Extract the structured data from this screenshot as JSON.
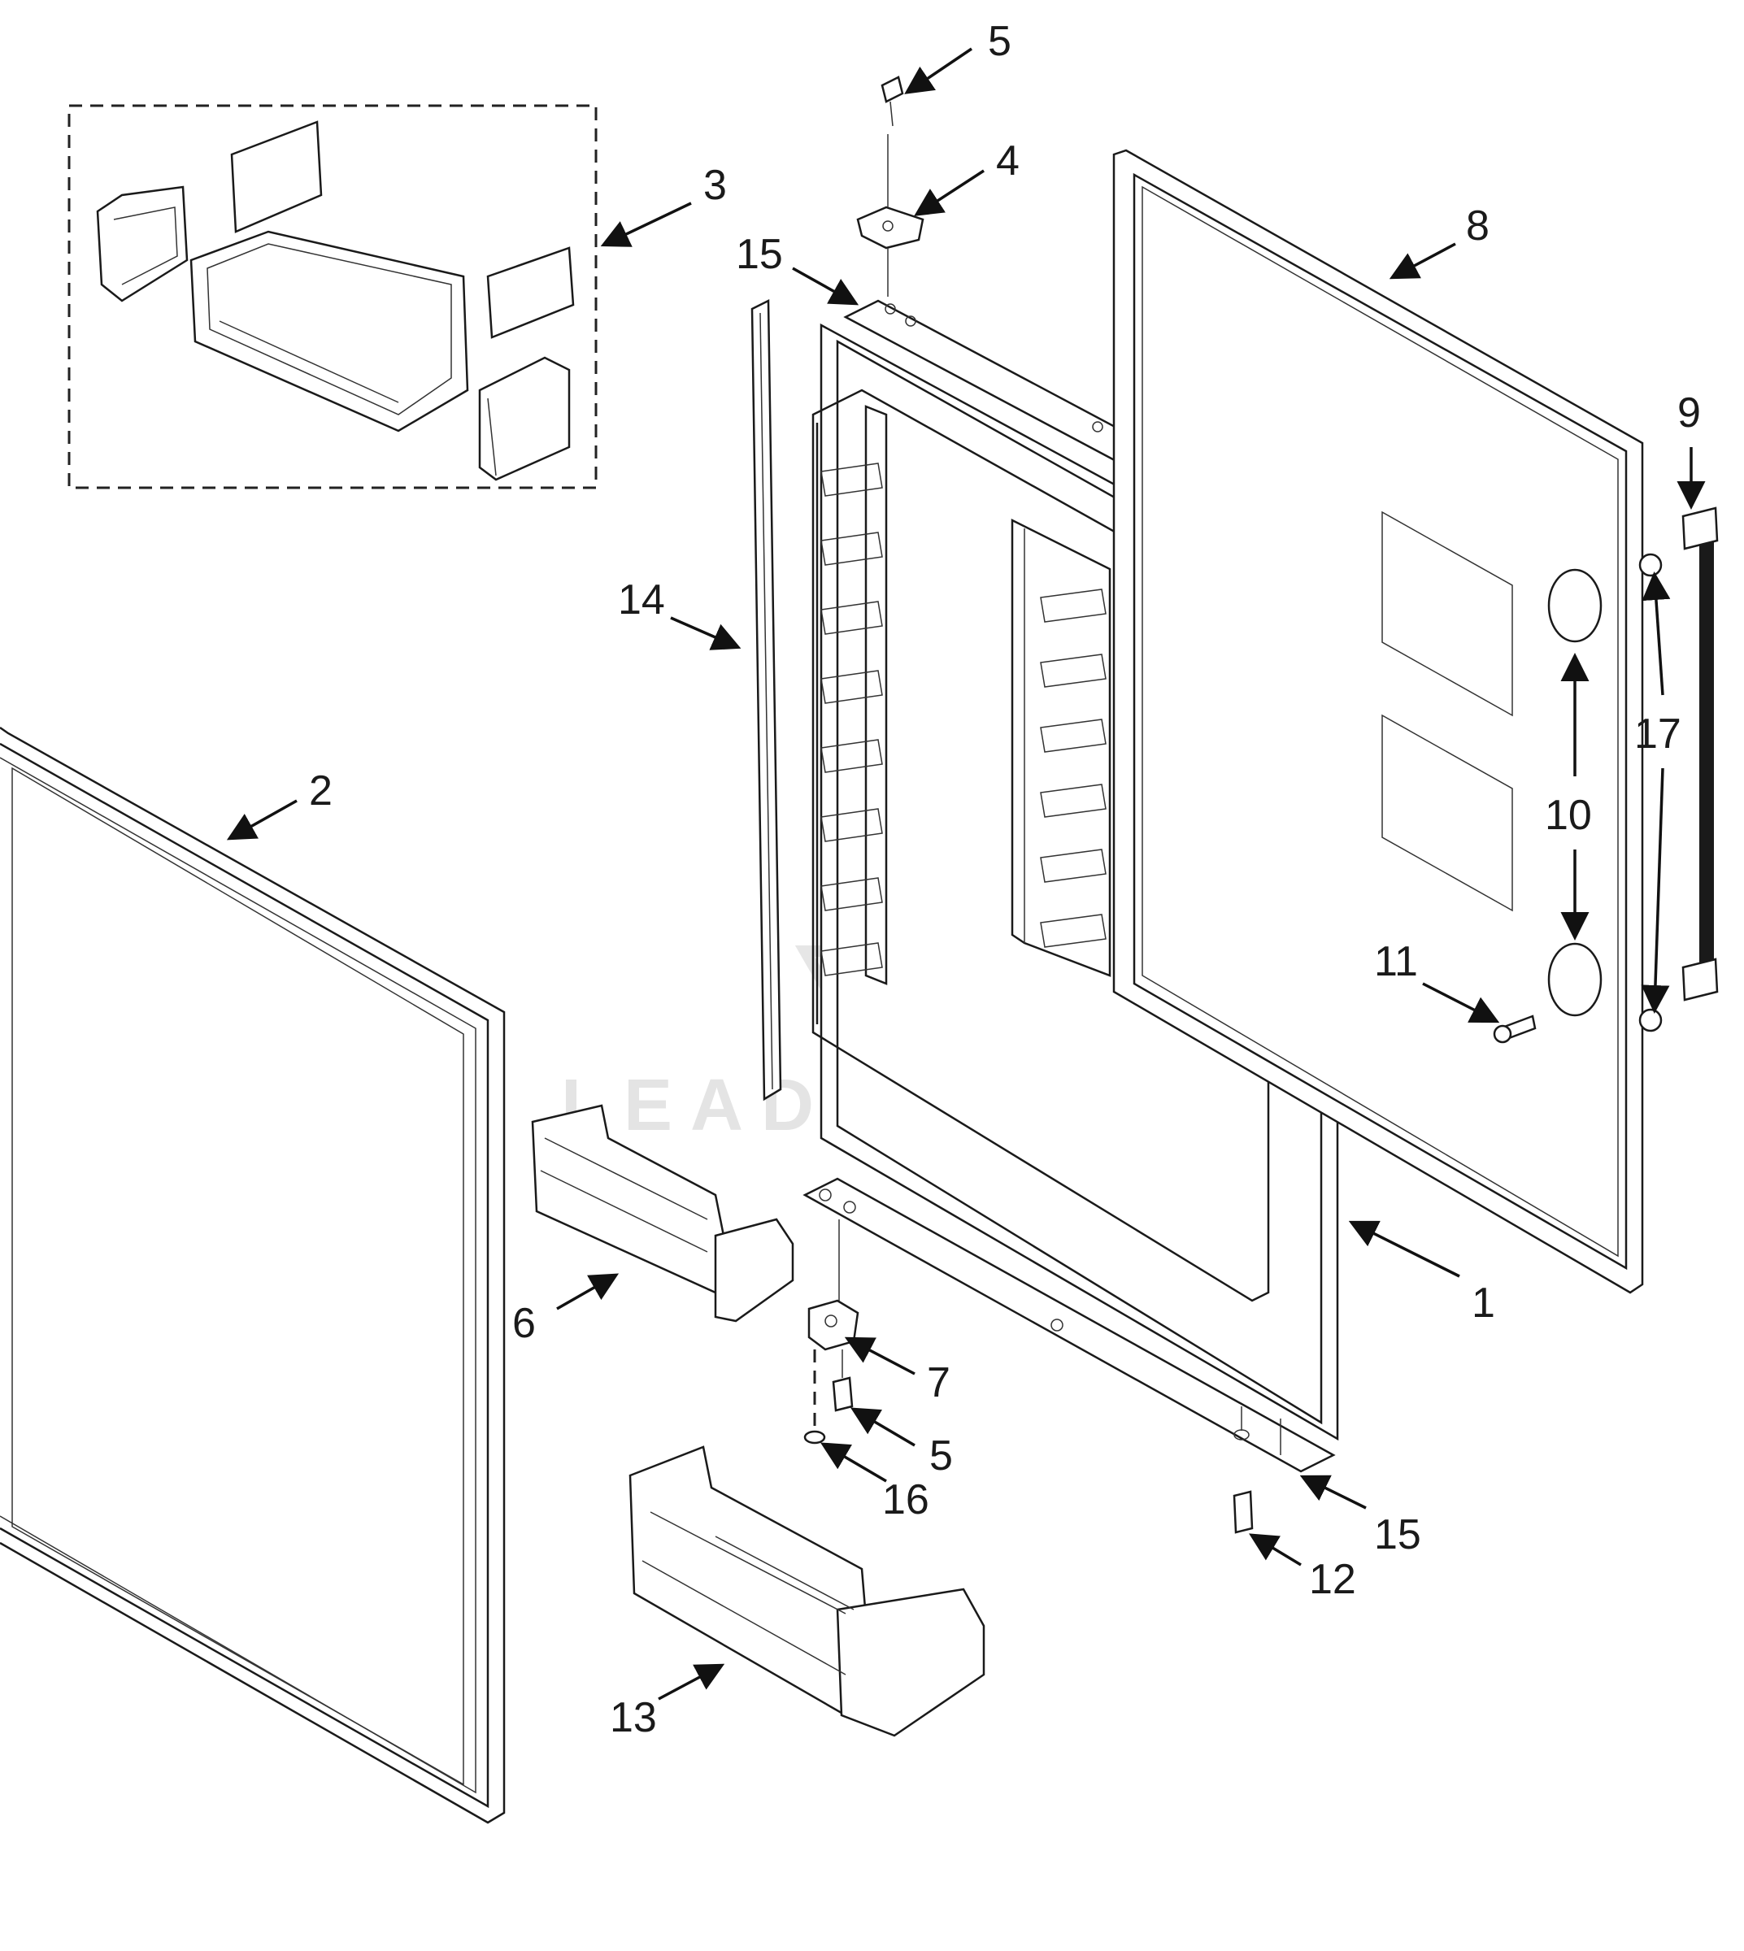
{
  "diagram": {
    "watermark": "LEADVENTURE",
    "callouts": [
      {
        "id": "c5-top",
        "label": "5"
      },
      {
        "id": "c4",
        "label": "4"
      },
      {
        "id": "c3",
        "label": "3"
      },
      {
        "id": "c15-top",
        "label": "15"
      },
      {
        "id": "c8",
        "label": "8"
      },
      {
        "id": "c9",
        "label": "9"
      },
      {
        "id": "c14",
        "label": "14"
      },
      {
        "id": "c2",
        "label": "2"
      },
      {
        "id": "c17",
        "label": "17"
      },
      {
        "id": "c10",
        "label": "10"
      },
      {
        "id": "c11",
        "label": "11"
      },
      {
        "id": "c1",
        "label": "1"
      },
      {
        "id": "c6",
        "label": "6"
      },
      {
        "id": "c7",
        "label": "7"
      },
      {
        "id": "c5-bottom",
        "label": "5"
      },
      {
        "id": "c16",
        "label": "16"
      },
      {
        "id": "c15-bottom",
        "label": "15"
      },
      {
        "id": "c12",
        "label": "12"
      },
      {
        "id": "c13",
        "label": "13"
      }
    ]
  }
}
